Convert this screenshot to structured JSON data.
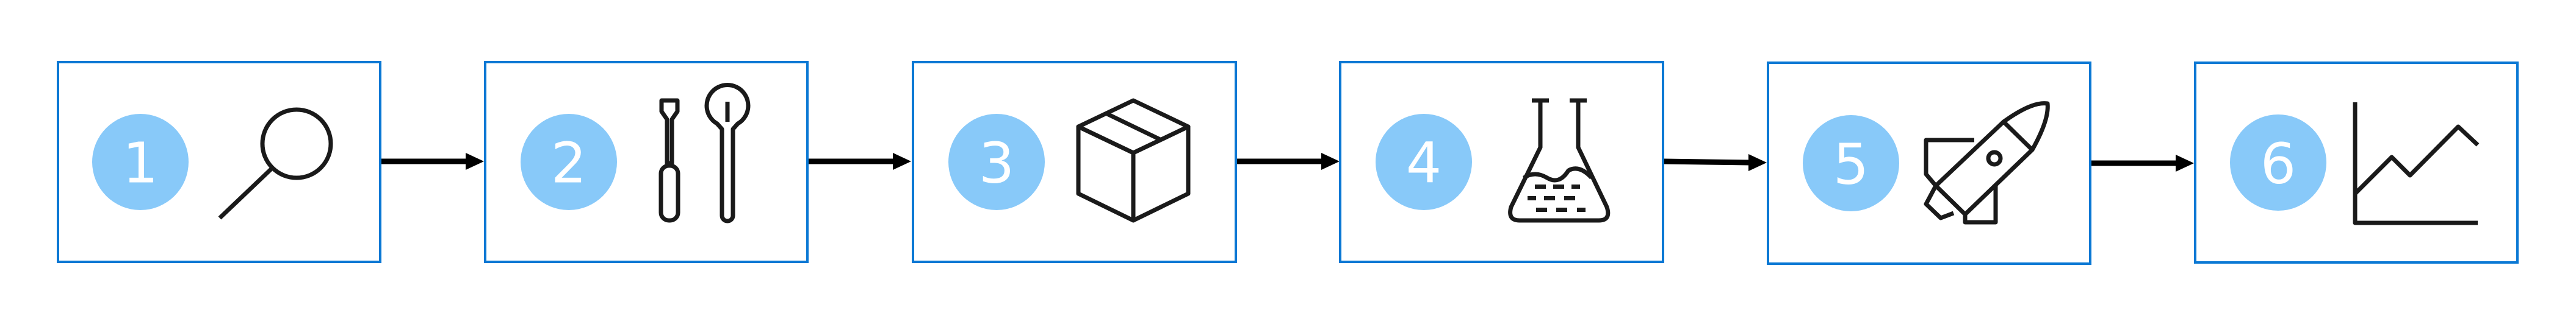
{
  "steps": [
    {
      "number": "1",
      "icon": "magnifier-icon"
    },
    {
      "number": "2",
      "icon": "tools-icon"
    },
    {
      "number": "3",
      "icon": "package-icon"
    },
    {
      "number": "4",
      "icon": "flask-icon"
    },
    {
      "number": "5",
      "icon": "rocket-icon"
    },
    {
      "number": "6",
      "icon": "line-chart-icon"
    }
  ],
  "colors": {
    "box_border": "#0a78d4",
    "number_circle": "#88c9f9",
    "number_text": "#ffffff",
    "icon": "#1a1a1a",
    "arrow": "#000000"
  }
}
